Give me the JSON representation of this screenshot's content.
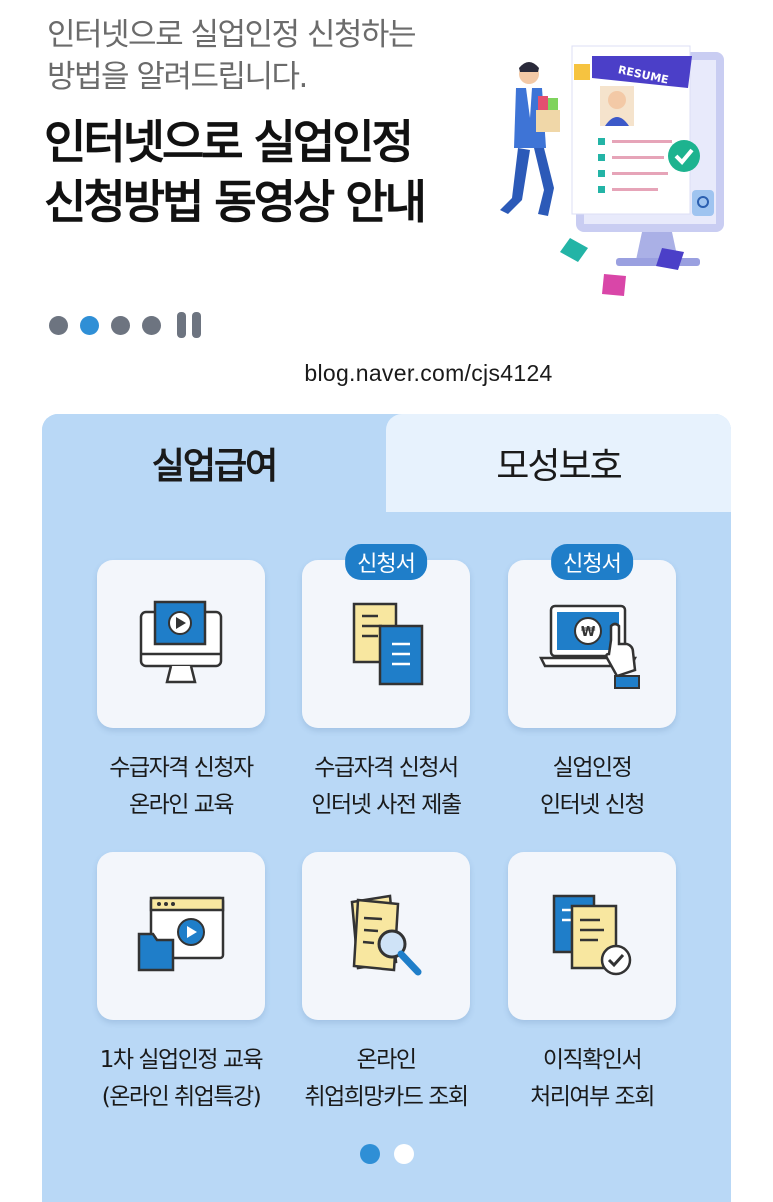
{
  "banner": {
    "subtitle": "인터넷으로 실업인정 신청하는\n방법을 알려드립니다.",
    "title": "인터넷으로 실업인정\n신청방법 동영상 안내",
    "illustration_text": "RESUME"
  },
  "watermark": "blog.naver.com/cjs4124",
  "tabs": [
    {
      "label": "실업급여",
      "active": true
    },
    {
      "label": "모성보호",
      "active": false
    }
  ],
  "items": [
    {
      "icon": "monitor-play-icon",
      "badge": "",
      "line1": "수급자격 신청자",
      "line2": "온라인 교육"
    },
    {
      "icon": "documents-icon",
      "badge": "신청서",
      "line1": "수급자격 신청서",
      "line2": "인터넷 사전 제출"
    },
    {
      "icon": "laptop-touch-icon",
      "badge": "신청서",
      "line1": "실업인정",
      "line2": "인터넷 신청"
    },
    {
      "icon": "video-folder-icon",
      "badge": "",
      "line1": "1차 실업인정 교육",
      "line2": "(온라인 취업특강)"
    },
    {
      "icon": "document-search-icon",
      "badge": "",
      "line1": "온라인",
      "line2": "취업희망카드 조회"
    },
    {
      "icon": "document-check-icon",
      "badge": "",
      "line1": "이직확인서",
      "line2": "처리여부 조회"
    }
  ],
  "colors": {
    "accent": "#2f8fd6",
    "panel": "#b9d8f6",
    "tab_inactive": "#e7f2fd",
    "badge": "#1f7ec9"
  }
}
